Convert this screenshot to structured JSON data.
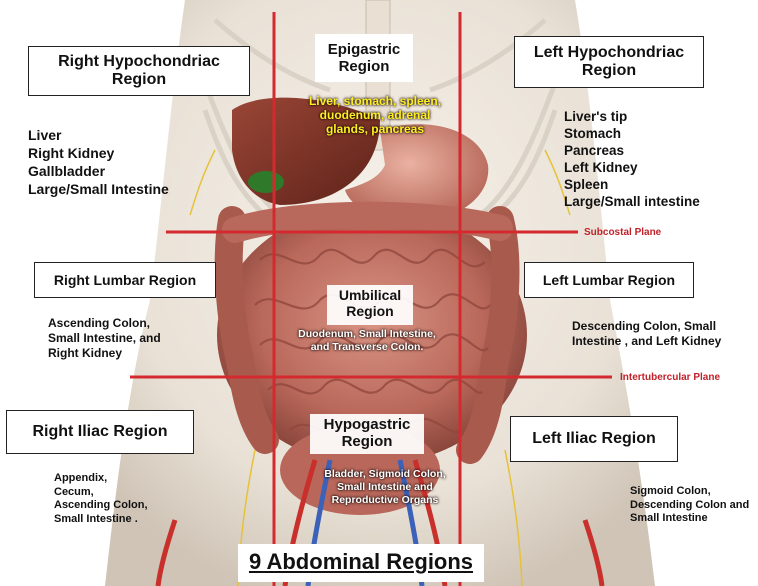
{
  "title": "9 Abdominal Regions",
  "planes": {
    "subcostal": "Subcostal Plane",
    "intertubercular": "Intertubercular Plane"
  },
  "regions": {
    "right_hypochondriac": {
      "line1": "Right Hypochondriac",
      "line2": "Region",
      "organs": [
        "Liver",
        "Right Kidney",
        "Gallbladder",
        "Large/Small Intestine"
      ]
    },
    "epigastric": {
      "line1": "Epigastric",
      "line2": "Region",
      "organs": [
        "Liver, stomach, spleen,",
        "duodenum, adrenal",
        "glands, pancreas"
      ]
    },
    "left_hypochondriac": {
      "line1": "Left Hypochondriac",
      "line2": "Region",
      "organs": [
        "Liver's tip",
        "Stomach",
        "Pancreas",
        "Left Kidney",
        "Spleen",
        "Large/Small intestine"
      ]
    },
    "right_lumbar": {
      "line1": "Right Lumbar Region",
      "organs": [
        "Ascending Colon,",
        "Small Intestine, and",
        "Right Kidney"
      ]
    },
    "umbilical": {
      "line1": "Umbilical",
      "line2": "Region",
      "organs": [
        "Duodenum, Small Intestine,",
        "and Transverse Colon."
      ]
    },
    "left_lumbar": {
      "line1": "Left Lumbar Region",
      "organs": [
        "Descending Colon, Small",
        "Intestine ,  and Left Kidney"
      ]
    },
    "right_iliac": {
      "line1": "Right Iliac Region",
      "organs": [
        "Appendix,",
        "Cecum,",
        "Ascending Colon,",
        "Small Intestine  ."
      ]
    },
    "hypogastric": {
      "line1": "Hypogastric",
      "line2": "Region",
      "organs": [
        "Bladder, Sigmoid Colon,",
        "Small Intestine    and",
        "Reproductive Organs"
      ]
    },
    "left_iliac": {
      "line1": "Left Iliac Region",
      "organs": [
        "Sigmoid Colon,",
        "Descending Colon and",
        "Small Intestine"
      ]
    }
  },
  "colors": {
    "grid_line": "#d42a2f",
    "plane_label": "#c0222a",
    "epigastric_text": "#ffee22",
    "organ_overlay_text": "#ffffff"
  }
}
